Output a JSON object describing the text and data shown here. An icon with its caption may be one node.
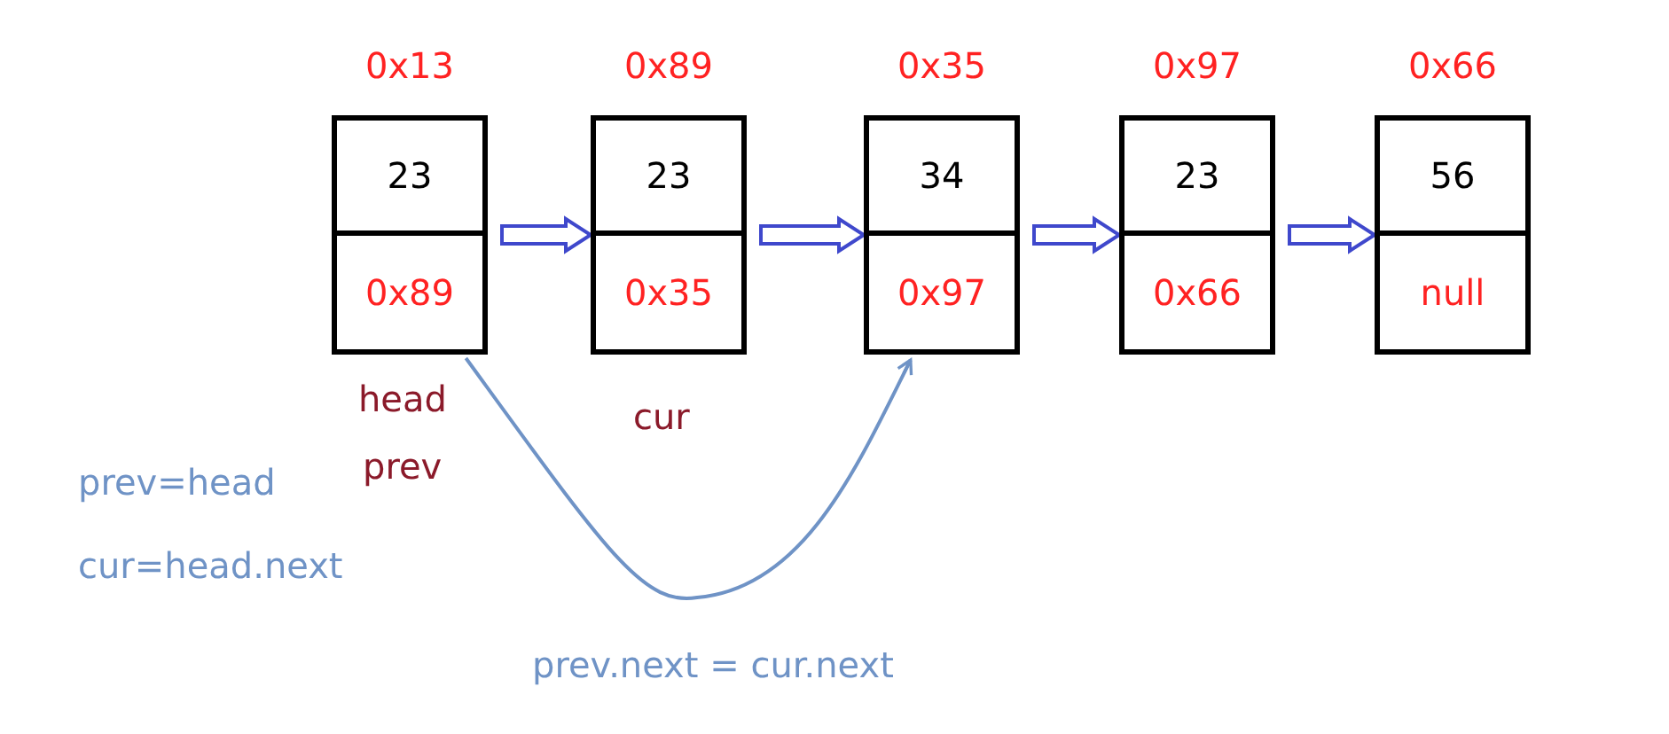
{
  "diagram": {
    "nodes": [
      {
        "text": [
          "23",
          "0x89"
        ],
        "beside": [
          "0x13",
          "head",
          "prev"
        ]
      },
      {
        "text": [
          "23",
          "0x35"
        ],
        "beside": [
          "0x89",
          "cur"
        ]
      },
      {
        "text": [
          "34",
          "0x97"
        ],
        "beside": [
          "0x35"
        ]
      },
      {
        "text": [
          "23",
          "0x66"
        ],
        "beside": [
          "0x97"
        ]
      },
      {
        "text": [
          "56",
          "null"
        ],
        "beside": [
          "0x66"
        ]
      }
    ],
    "edges": [
      {
        "from": 0,
        "to": 1,
        "arrow": "to"
      },
      {
        "from": 1,
        "to": 2,
        "arrow": "to"
      },
      {
        "from": 2,
        "to": 3,
        "arrow": "to"
      },
      {
        "from": 3,
        "to": 4,
        "arrow": "to"
      },
      {
        "from": 0,
        "to": 2,
        "arrow": "to",
        "color": "#6f93c6"
      }
    ],
    "labels": [
      "prev=head",
      "cur=head.next",
      "prev.next = cur.next"
    ]
  }
}
